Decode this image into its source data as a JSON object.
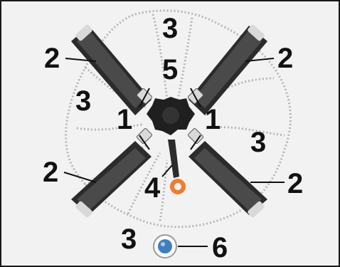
{
  "colors": {
    "frame_border": "#1a1a1a",
    "background": "#f2f2f2",
    "chain": "#b5b5b5",
    "strap_dark": "#2b2b2b",
    "strap_mid": "#4a4a4a",
    "buckle_metal": "#d9d9d9",
    "knob": "#1f1f1f",
    "wrench_accent": "#ef7d2e",
    "disc_blue": "#3f7fbf",
    "leader_line": "#111111"
  },
  "icons": {
    "center_knob": "star-knob-icon",
    "tool": "wrench-icon",
    "bottom_part": "blue-disc-icon"
  },
  "callouts": {
    "c1_left": "1",
    "c1_right": "1",
    "c2_top_left": "2",
    "c2_top_right": "2",
    "c2_bottom_left": "2",
    "c2_bottom_right": "2",
    "c3_top": "3",
    "c3_left": "3",
    "c3_right": "3",
    "c3_bottom": "3",
    "c4": "4",
    "c5": "5",
    "c6": "6"
  }
}
